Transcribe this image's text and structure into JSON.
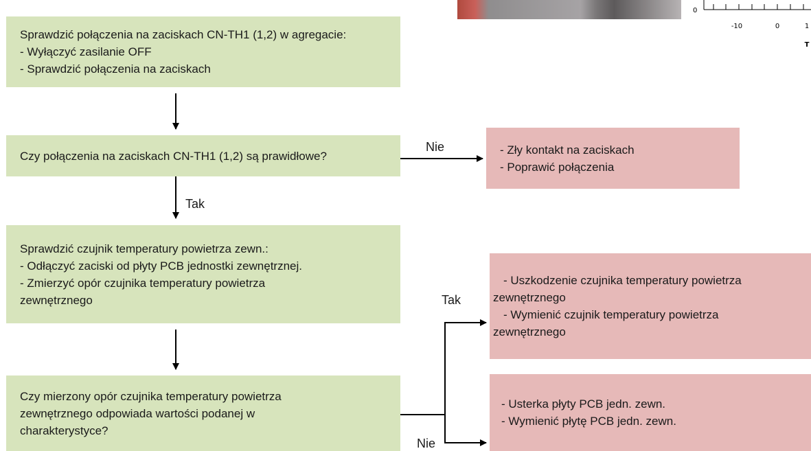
{
  "boxes": {
    "step1": {
      "lines": [
        "Sprawdzić połączenia na zaciskach CN-TH1 (1,2) w agregacie:",
        "- Wyłączyć zasilanie OFF",
        "- Sprawdzić połączenia na zaciskach"
      ]
    },
    "question1": {
      "lines": [
        "Czy połączenia na zaciskach CN-TH1 (1,2) są prawidłowe?"
      ]
    },
    "result1": {
      "lines": [
        "- Zły kontakt na zaciskach",
        "- Poprawić połączenia"
      ]
    },
    "step2": {
      "lines": [
        "Sprawdzić czujnik temperatury powietrza zewn.:",
        "- Odłączyć  zaciski od płyty PCB jednostki zewnętrznej.",
        "- Zmierzyć opór czujnika temperatury powietrza",
        "zewnętrznego"
      ]
    },
    "question2": {
      "lines": [
        "Czy mierzony opór czujnika temperatury powietrza",
        "zewnętrznego odpowiada wartości podanej w",
        "charakterystyce?"
      ]
    },
    "result_yes": {
      "lines": [
        "- Uszkodzenie czujnika temperatury powietrza",
        "zewnętrznego",
        "- Wymienić czujnik temperatury powietrza",
        "zewnętrznego"
      ]
    },
    "result_no": {
      "lines": [
        "- Usterka płyty PCB jedn. zewn.",
        "- Wymienić  płytę PCB jedn. zewn."
      ]
    }
  },
  "labels": {
    "nie_1": "Nie",
    "tak_1": "Tak",
    "tak_2": "Tak",
    "nie_2": "Nie"
  },
  "graph_fragment": {
    "y_tick": "0",
    "x_ticks": [
      "-10",
      "0",
      "1"
    ],
    "axis_label_fragment": "T"
  },
  "colors": {
    "green_box": "#d7e4bc",
    "red_box": "#e6b9b8",
    "connector": "#000000"
  }
}
